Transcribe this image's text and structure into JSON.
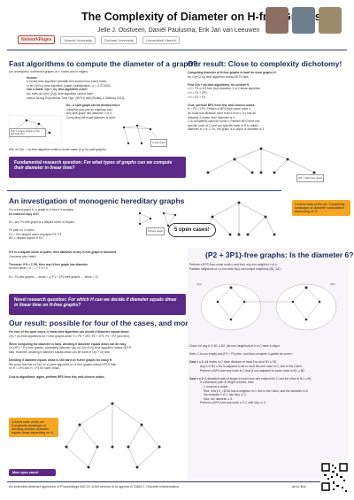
{
  "header": {
    "title": "The Complexity of Diameter on H-free Graphs",
    "authors": "Jelle J. Oostveen, Daniël Paulusma, Erik Jan van Leeuwen",
    "logos": [
      "NetworkPages",
      "Utrecht University",
      "Durham University",
      "Universiteit Utrecht"
    ]
  },
  "left_top": {
    "heading": "Fast algorithms to compute the diameter of a graph?",
    "subhead": "(on unweighted, undirected graphs on n nodes and m edges)",
    "known_label": "Known:",
    "known_1": "A O(nm)-time algorithm (breadth-first search from every node).",
    "known_2": "or an O(n^ω)-time algorithm (matrix multiplication, ω < 2.371552).",
    "q_label": "Can a linear, O(n + m), time algorithm exist?",
    "no_label": "No, even an O(m^(2-ε))-time algorithm cannot exist",
    "no_cond": "unless Strong Exponential Time Hyp. (SETH) fails [Roditty & Williams 2013].",
    "ex_1": "Ex.: A split graph can be divided into a",
    "ex_2": "complete part and an edgeless part.",
    "ex_3": "Any split graph has diameter 2 or 3.",
    "ex_4": "Computing the exact diameter is hard.",
    "fig_label_1": "Only 3 or less vertices of the diameter set?",
    "fig_label_2": "A split graph",
    "still": "Still, an O(n + m)-time algorithm exists in some cases (e.g. for path graphs)."
  },
  "question1": {
    "bold": "Fundamental research question:",
    "text": "For what types of graphs can we compute their diameter in linear time?"
  },
  "right_top": {
    "heading": "Our result: Close to complexity dichotomy!",
    "p1_bold": "Computing diameter of H-free graphs is hard for most graphs H.",
    "p1": "No O(n^(2-ε))-time algorithm unless SETH fails.",
    "p2_bold": "First O(n + m)-time algorithms, for several H.",
    "p2_a": "• H = P4 or K3-free (but) diameter 3 or 2-linear algorithm",
    "p2_b": "• H = P1 + 2P2",
    "p2_c": "• H = P2 + P4",
    "p3_bold": "Crux: perform BFS from few, well-chosen nodes.",
    "p4": "H = P2 + 2P2: Perform a BFS from some node v.",
    "p5": "No node has distance more than k from v. If v has an",
    "p6": "distance 4 nodes, then diameter is 4.",
    "p7": "C is completely open for some v. Perform BFS from one",
    "p8": "specific node of C and one specific node of D to obtain",
    "p9": "diameter is 4 or 3. So, the graph is a clique or diameter is 2.",
    "fig_caption": "(P2 + 2P2)-free graph"
  },
  "orange1": {
    "text": "Current state-of-the-art: Complexity landscape of diameter computation depending on H."
  },
  "monogenic": {
    "heading": "An investigation of monogenic hereditary graphs",
    "p1": "For a fixed graph H, a graph is H-free if it contains",
    "p1b": "no induced copy of H.",
    "ex": "Ex.: any P4-free graph is a disjoint union of cliques.",
    "p2": "P4 path on 4 nodes.",
    "p3": "K1 + 2K2 disjoint union of graphs P4, P4.",
    "p4": "tK2 = disjoint copies of K2.",
    "fig_caption": "P4-free graph"
  },
  "open_badge": "5 open cases!",
  "theorem": {
    "p1": "If H is a disjoint union of paths, then diameter of any H-free graph is bounded.",
    "p1b": "Converse also holds!",
    "thm": "Theorem: If H = Σ Pti, then any H-free graph has diameter",
    "thm2": "at most dmax = k - 1 + Σ ti + ti.",
    "ex": "Ex.: P4-free graphs → dmax = 2; P1 + 2P2-free graphs → dmax = 11."
  },
  "question2": {
    "bold": "Novel research question:",
    "text": "For which H can we decide if diameter equals dmax in linear time on H-free graphs?"
  },
  "possible": {
    "heading": "Our result: possible for four of the cases, and more!",
    "p1_bold": "For four of the open cases, a linear-time algorithm can decide if diameter equals dmax:",
    "p1": "O(n + m)-time algorithms for H-free graphs when H = P5 + 3P2, P2 + 2P3, P4 + P2 (and 4K2).",
    "p2_bold": "When computing the diameter is hard, deciding if diameter equals dmax can be easy.",
    "p2": "On (2P2 + P1)-free graphs, computing diameter has no O(n^(2-ε))-time algorithm unless SETH",
    "p2b": "fails. However, deciding if diameter equals dmax can be done in O(n + m) time.",
    "p3_bold": "Deciding if diameter equals dmax is still hard on H-free graphs for many H.",
    "p3": "We prove this has no O(n^(2-ε))-time algorithm on H-free graphs unless SETH fails",
    "p3b": "for H = 2P4 and H = P4 for some dmax.",
    "crux": "Crux to algorithms: again, perform BFS from few, well-chosen nodes."
  },
  "orange2": {
    "text": "Current state-of-the-art: Complexity landscape of deciding whether diameter equals dmax depending on H."
  },
  "more_open": "More open cases!",
  "diam6": {
    "heading": "(P2 + 3P1)-free graphs: Is the diameter 6?",
    "p1": "Perform a BFS from some node u and from any non-neighbor v of u.",
    "p2": "Partition neighbors of u,v into sets N(u) and unique neighbors (B1, B2).",
    "claim": "Claim: for any b ∈ B1 ∪ B2, the non-neighbors of b in C have a clique.",
    "note": "Note: C is non-empty and (P2 + P1)-free, and thus complete 4-partite for some r.",
    "case1_label": "Case r = 1:",
    "case1": "All nodes in C have distance at most 5 to all of B1 ∪ B2.",
    "case1b": "Any b ∈ B1 ∪ B2 is adjacent to all or most but one node in C, due to the Claim.",
    "case1c": "Perform a BFS from any node in C that is non-adjacent to some node in B1 ∪ B2.",
    "case2_label": "Case r ≥ 2:",
    "case2": "A diametral path of length 6 must have one endpoint in C and the other in B1 ∪ B2.",
    "case2b": "If a diametral path of length 6 exists, then:",
    "case2c": "C must be a clique.",
    "case2d": "Else, every b_i ∉ B2 has a neighbor in C due to the Claim, and the diameter is 5.",
    "case2e": "the endpoint c ∈ C has N(c) ⊆ C.",
    "case2f": "Else, the diameter ≤ 5.",
    "case2g": "Perform a BFS from any node c ∈ C with N(c) ⊆ C.",
    "fig_v_u": "V(u)",
    "fig_v_v": "V(v)"
  },
  "footer": {
    "text": "An extended abstract appeared in Proceedings WG'24. A full version is to appear in SIAM J. Discrete Mathematics.",
    "arxiv": "arXiv link:"
  },
  "colors": {
    "purple": "#5b2a86",
    "orange": "#f5a623",
    "navy": "#1f2a5a"
  }
}
